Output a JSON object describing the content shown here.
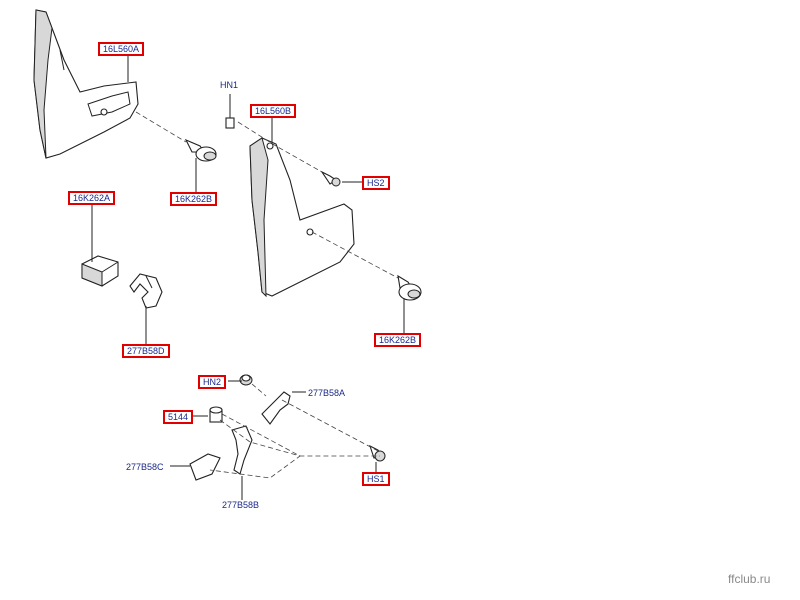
{
  "labels": {
    "l16L560A": "16L560A",
    "l16L560B": "16L560B",
    "l16K262B_top": "16K262B",
    "l16K262A": "16K262A",
    "l16K262B_bottom": "16K262B",
    "l277B58D": "277B58D",
    "lHN1": "HN1",
    "lHS2": "HS2",
    "lHN2": "HN2",
    "l277B58A": "277B58A",
    "l5144": "5144",
    "l277B58C": "277B58C",
    "l277B58B": "277B58B",
    "lHS1": "HS1"
  },
  "watermark": "ffclub.ru",
  "colors": {
    "callout_border": "#e00000",
    "label_text": "#1a2a8a",
    "line": "#222222"
  }
}
